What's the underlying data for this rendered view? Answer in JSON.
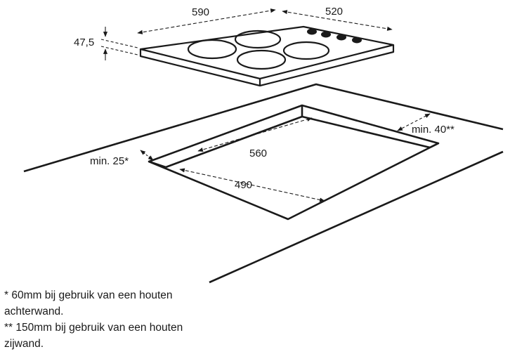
{
  "hob": {
    "width_label": "590",
    "depth_label": "520",
    "height_label": "47,5"
  },
  "cutout": {
    "width_label": "560",
    "depth_label": "490",
    "min_back_label": "min. 40**",
    "min_front_label": "min. 25*"
  },
  "notes": [
    "* 60mm bij gebruik van een houten",
    "achterwand.",
    "** 150mm bij gebruik van een houten",
    "zijwand."
  ]
}
